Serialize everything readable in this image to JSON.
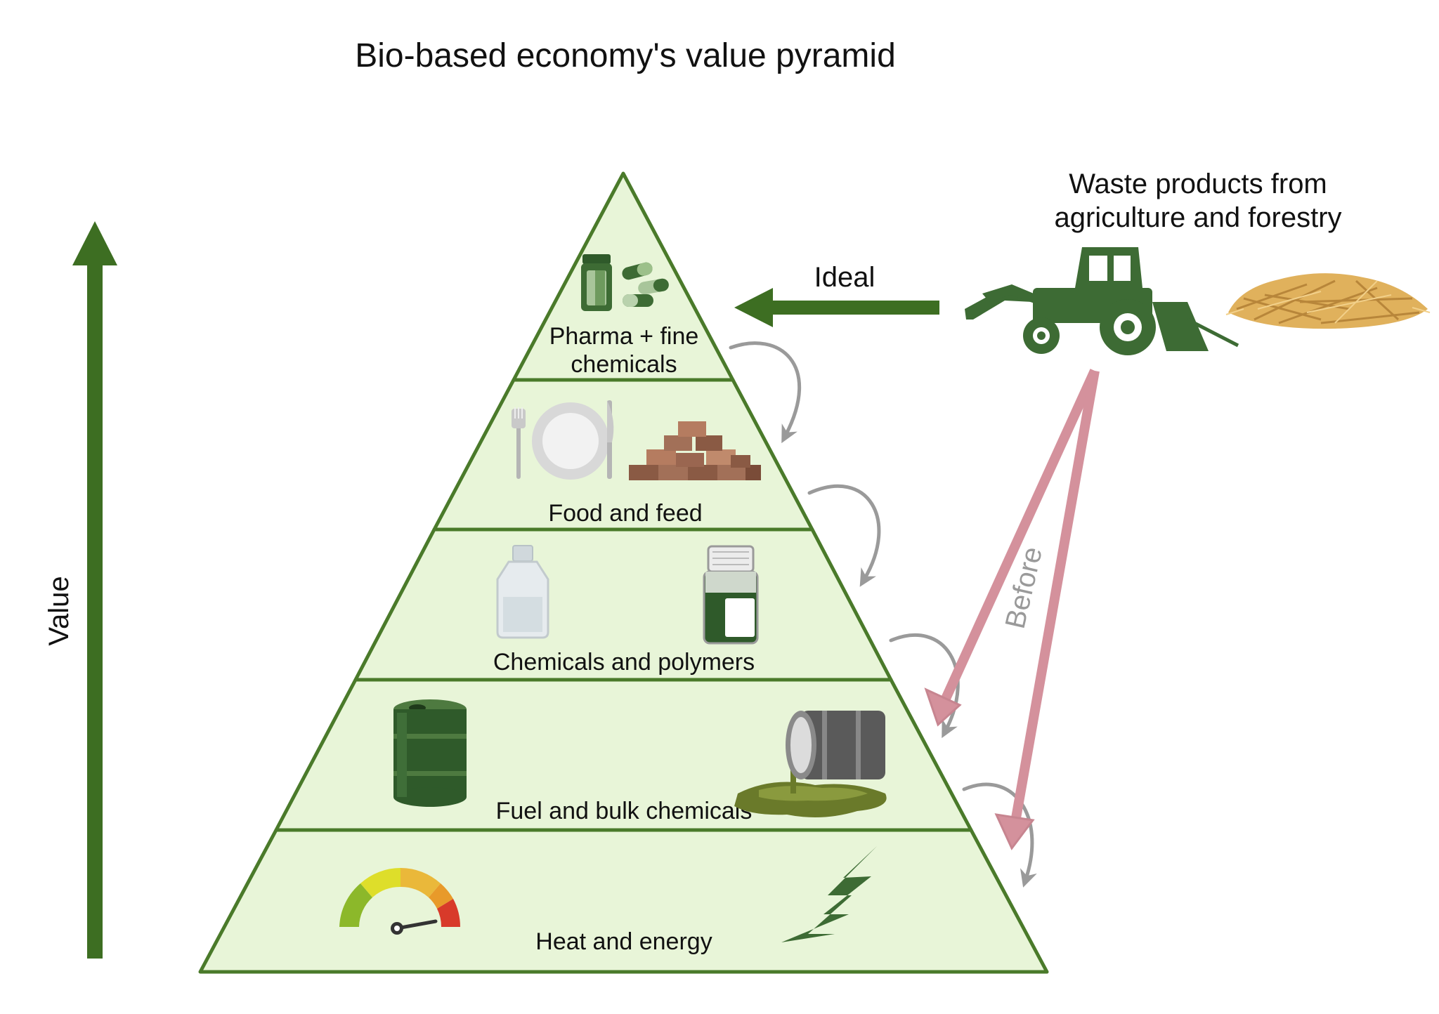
{
  "title": "Bio-based economy's value pyramid",
  "axis": {
    "label": "Value"
  },
  "source": {
    "line1": "Waste products from",
    "line2": "agriculture and forestry"
  },
  "arrows": {
    "ideal": "Ideal",
    "before": "Before"
  },
  "tiers": [
    {
      "label_line1": "Pharma + fine",
      "label_line2": "chemicals"
    },
    {
      "label": "Food and feed"
    },
    {
      "label": "Chemicals and polymers"
    },
    {
      "label": "Fuel and bulk chemicals"
    },
    {
      "label": "Heat and energy"
    }
  ],
  "colors": {
    "tier_fill": "#e8f5d8",
    "outline": "#4a7a2a",
    "value_arrow": "#3d6e22",
    "ideal_arrow": "#3d6e22",
    "before_arrow": "#d4919c",
    "cascade_arrow": "#9a9a9a",
    "tractor": "#3d6b34",
    "straw": "#e0b15c"
  }
}
